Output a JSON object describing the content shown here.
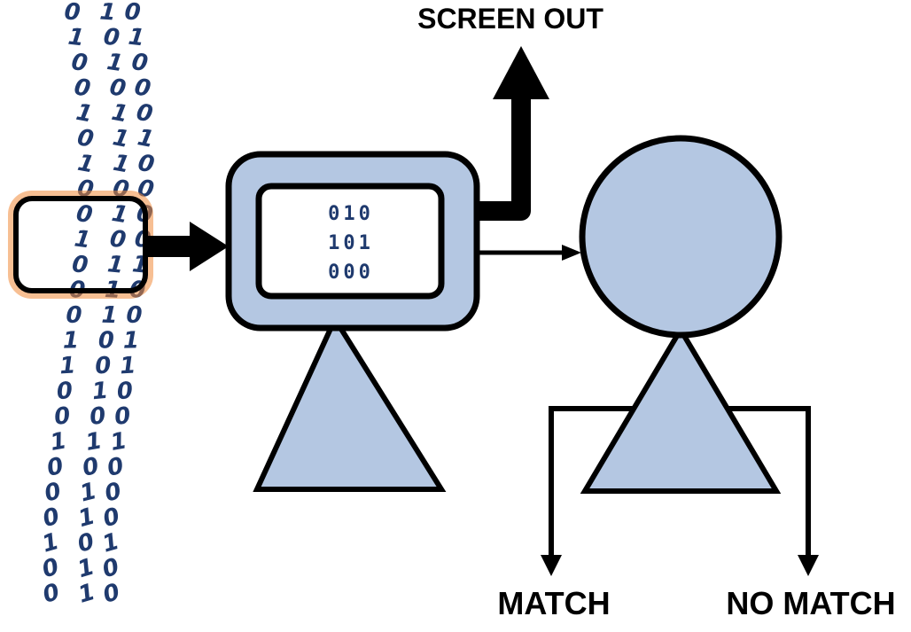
{
  "labels": {
    "screen_out": "SCREEN OUT",
    "match": "MATCH",
    "no_match": "NO MATCH"
  },
  "screen": {
    "lines": [
      "010",
      "101",
      "000"
    ]
  },
  "bit_stream": {
    "columns": [
      [
        "0",
        "1",
        "0",
        "0",
        "1",
        "0",
        "1",
        "0",
        "0",
        "1",
        "0",
        "0",
        "0",
        "1",
        "1",
        "0",
        "0",
        "1",
        "0",
        "0",
        "0",
        "1",
        "0",
        "0"
      ],
      [
        "1",
        "0",
        "1",
        "0",
        "1",
        "1",
        "1",
        "0",
        "1",
        "0",
        "1",
        "1",
        "1",
        "0",
        "0",
        "1",
        "0",
        "1",
        "0",
        "1",
        "1",
        "0",
        "1",
        "1"
      ],
      [
        "0",
        "1",
        "0",
        "0",
        "0",
        "1",
        "0",
        "0",
        "0",
        "0",
        "1",
        "0",
        "0",
        "1",
        "1",
        "0",
        "0",
        "1",
        "0",
        "0",
        "0",
        "1",
        "0",
        "0"
      ]
    ]
  },
  "colors": {
    "shape_fill": "#b4c7e2",
    "stroke": "#000000",
    "highlight": "#f08a3a",
    "bits": "#1f3a6e"
  }
}
